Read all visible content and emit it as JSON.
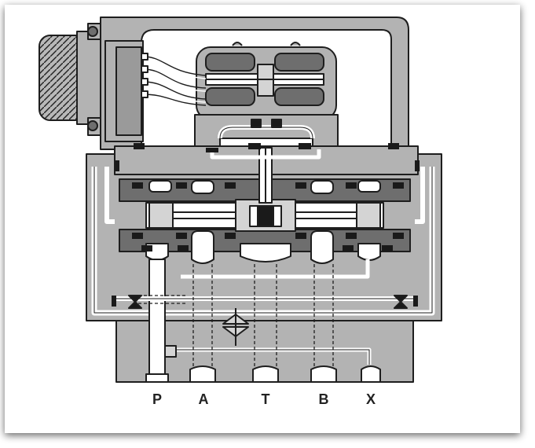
{
  "diagram": {
    "ports": [
      {
        "id": "P",
        "label": "P"
      },
      {
        "id": "A",
        "label": "A"
      },
      {
        "id": "T",
        "label": "T"
      },
      {
        "id": "B",
        "label": "B"
      },
      {
        "id": "X",
        "label": "X"
      }
    ],
    "colors": {
      "body": "#b3b3b3",
      "bodyDark": "#6e6e6e",
      "line": "#1e1e1e",
      "channel": "#ffffff",
      "seal": "#1a1a1a",
      "shadow": "#5c5c5c"
    }
  }
}
